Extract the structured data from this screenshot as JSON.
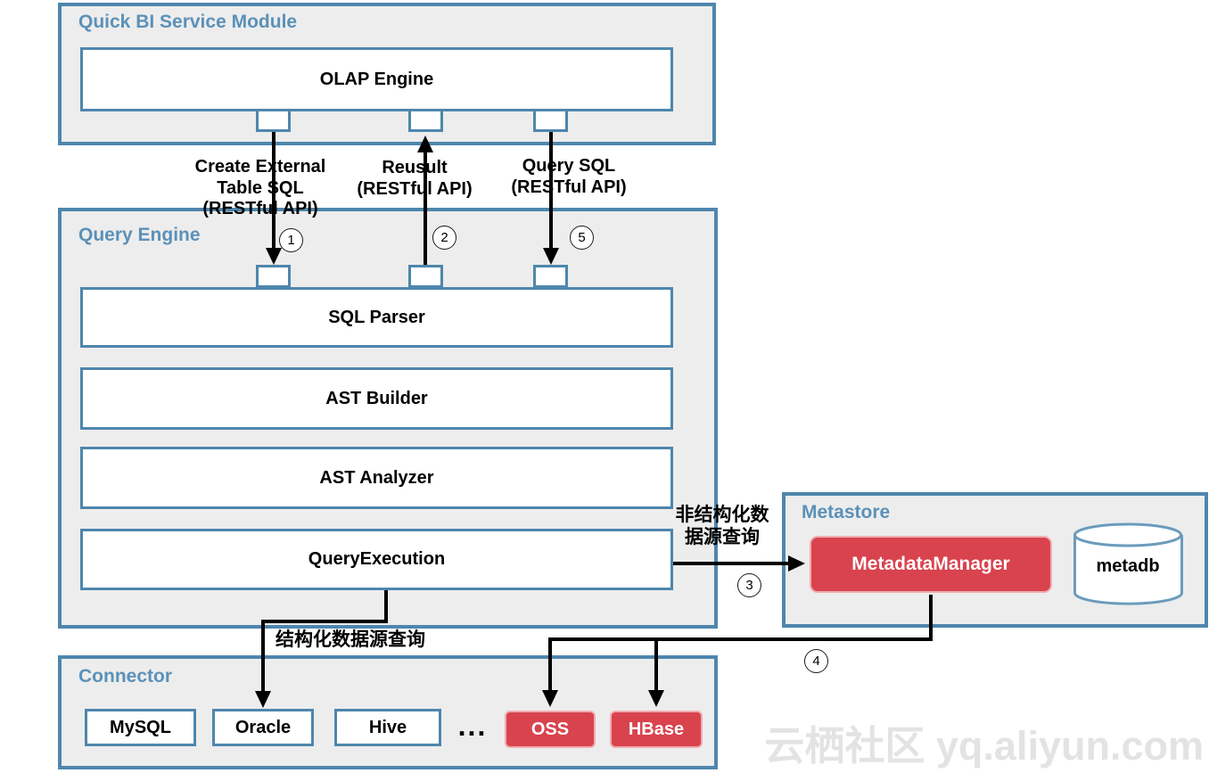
{
  "colors": {
    "section_border_blue": "#4e86ad",
    "section_title_blue": "#5b91b8",
    "section_bg_gray": "#ededed",
    "module_bg_white": "#ffffff",
    "accent_red": "#d8434e",
    "line_black": "#000000",
    "watermark_gray": "#e3e3e3"
  },
  "quick_bi": {
    "title": "Quick BI Service Module",
    "olap_engine": "OLAP Engine"
  },
  "flows": {
    "create_external": {
      "label": "Create External\nTable SQL\n(RESTful API)",
      "step": "1"
    },
    "result": {
      "label": "Reusult\n(RESTful API)",
      "step": "2"
    },
    "query_sql": {
      "label": "Query SQL\n(RESTful API)",
      "step": "5"
    },
    "unstructured_query": {
      "label": "非结构化数\n据源查询",
      "step": "3"
    },
    "metadata_dispatch": {
      "step": "4"
    },
    "structured_query": {
      "label": "结构化数据源查询"
    }
  },
  "query_engine": {
    "title": "Query Engine",
    "modules": [
      "SQL Parser",
      "AST Builder",
      "AST Analyzer",
      "QueryExecution"
    ]
  },
  "metastore": {
    "title": "Metastore",
    "manager": "MetadataManager",
    "database": "metadb"
  },
  "connector": {
    "title": "Connector",
    "sql_sources": [
      "MySQL",
      "Oracle",
      "Hive"
    ],
    "ellipsis": "...",
    "other_sources": [
      "OSS",
      "HBase"
    ]
  },
  "watermark": "云栖社区 yq.aliyun.com"
}
